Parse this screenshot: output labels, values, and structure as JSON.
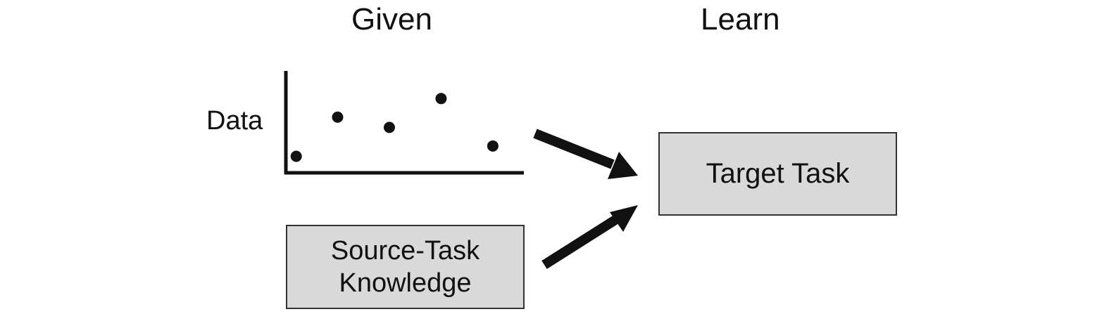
{
  "headings": {
    "given": "Given",
    "learn": "Learn"
  },
  "data_panel": {
    "label": "Data",
    "points": [
      {
        "x": 0.5,
        "y": 0.8
      },
      {
        "x": 2.5,
        "y": 2.7
      },
      {
        "x": 5.0,
        "y": 2.2
      },
      {
        "x": 7.5,
        "y": 3.6
      },
      {
        "x": 10.0,
        "y": 1.3
      }
    ],
    "xlim": [
      0,
      11.5
    ],
    "ylim": [
      0,
      4.7
    ]
  },
  "target_box": {
    "label": "Target Task"
  },
  "source_box": {
    "label_line1": "Source-Task",
    "label_line2": "Knowledge"
  },
  "colors": {
    "box_fill": "#d9d9d9",
    "ink": "#111111"
  }
}
